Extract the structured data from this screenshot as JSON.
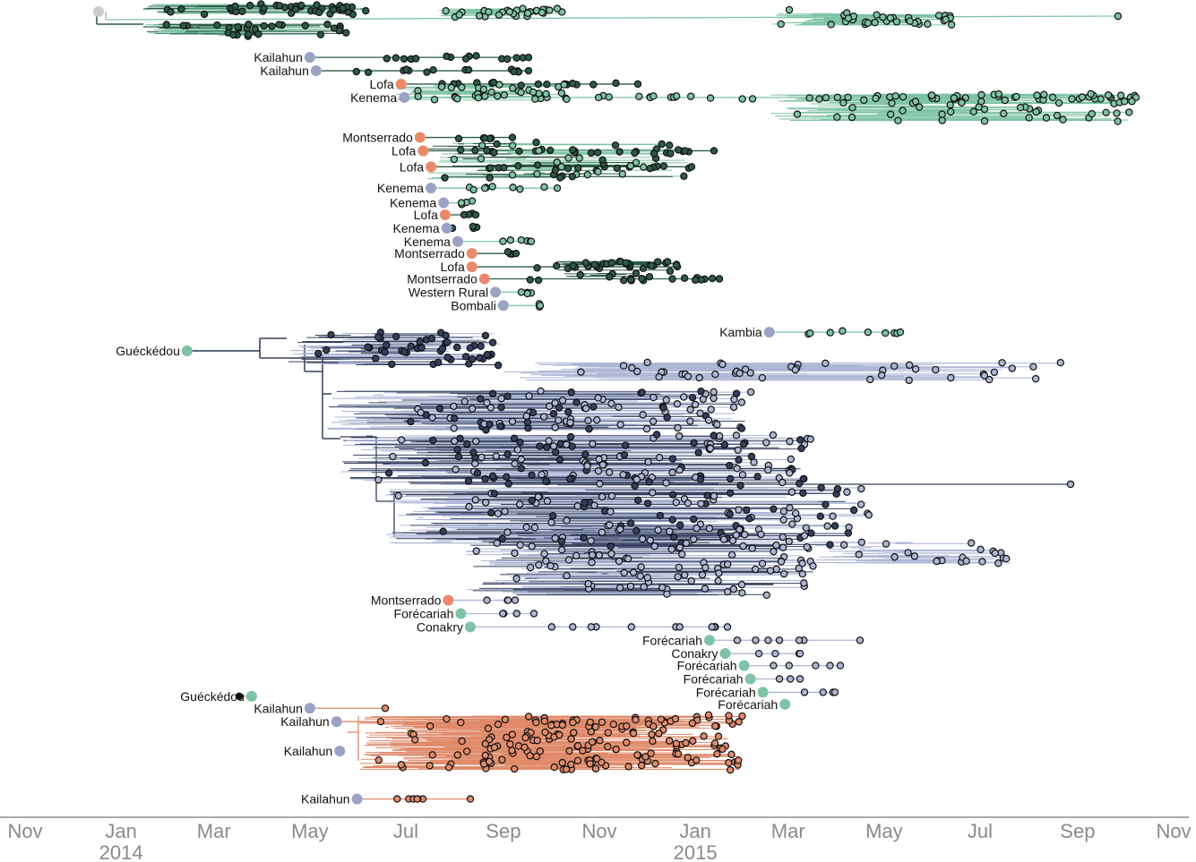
{
  "chart_data": {
    "type": "scatter",
    "title": "",
    "x_axis": {
      "type": "time",
      "range": [
        "2013-11-01",
        "2015-11-01"
      ],
      "ticks": [
        {
          "date": "2013-11-01",
          "label": "Nov",
          "year": ""
        },
        {
          "date": "2014-01-01",
          "label": "Jan",
          "year": "2014"
        },
        {
          "date": "2014-03-01",
          "label": "Mar",
          "year": ""
        },
        {
          "date": "2014-05-01",
          "label": "May",
          "year": ""
        },
        {
          "date": "2014-07-01",
          "label": "Jul",
          "year": ""
        },
        {
          "date": "2014-09-01",
          "label": "Sep",
          "year": ""
        },
        {
          "date": "2014-11-01",
          "label": "Nov",
          "year": ""
        },
        {
          "date": "2015-01-01",
          "label": "Jan",
          "year": "2015"
        },
        {
          "date": "2015-03-01",
          "label": "Mar",
          "year": ""
        },
        {
          "date": "2015-05-01",
          "label": "May",
          "year": ""
        },
        {
          "date": "2015-07-01",
          "label": "Jul",
          "year": ""
        },
        {
          "date": "2015-09-01",
          "label": "Sep",
          "year": ""
        },
        {
          "date": "2015-11-01",
          "label": "Nov",
          "year": ""
        }
      ]
    },
    "grid": false,
    "colors": {
      "liberia": "#e98a6b",
      "sierra_leone": "#9aa2c5",
      "guinea": "#7ec3a5",
      "green_dark": "#2d5b47",
      "green_light": "#7ec3a5",
      "blue_dark": "#36405e",
      "blue_light": "#aeb6d6",
      "orange": "#e08a6a",
      "root": "#cccccc"
    },
    "intro_labels": [
      {
        "text": "Kailahun",
        "date": "2014-05-01",
        "row": 3.5,
        "color": "sierra_leone"
      },
      {
        "text": "Kailahun",
        "date": "2014-05-05",
        "row": 4.5,
        "color": "sierra_leone"
      },
      {
        "text": "Lofa",
        "date": "2014-06-28",
        "row": 5.5,
        "color": "liberia"
      },
      {
        "text": "Kenema",
        "date": "2014-06-30",
        "row": 6.5,
        "color": "sierra_leone"
      },
      {
        "text": "Montserrado",
        "date": "2014-07-10",
        "row": 9.5,
        "color": "liberia"
      },
      {
        "text": "Lofa",
        "date": "2014-07-12",
        "row": 10.5,
        "color": "liberia"
      },
      {
        "text": "Lofa",
        "date": "2014-07-17",
        "row": 11.7,
        "color": "liberia"
      },
      {
        "text": "Kenema",
        "date": "2014-07-17",
        "row": 13.3,
        "color": "sierra_leone"
      },
      {
        "text": "Kenema",
        "date": "2014-07-25",
        "row": 14.4,
        "color": "sierra_leone"
      },
      {
        "text": "Lofa",
        "date": "2014-07-26",
        "row": 15.3,
        "color": "liberia"
      },
      {
        "text": "Kenema",
        "date": "2014-07-27",
        "row": 16.3,
        "color": "sierra_leone"
      },
      {
        "text": "Kenema",
        "date": "2014-08-03",
        "row": 17.3,
        "color": "sierra_leone"
      },
      {
        "text": "Montserrado",
        "date": "2014-08-12",
        "row": 18.2,
        "color": "liberia"
      },
      {
        "text": "Lofa",
        "date": "2014-08-12",
        "row": 19.2,
        "color": "liberia"
      },
      {
        "text": "Montserrado",
        "date": "2014-08-20",
        "row": 20.1,
        "color": "liberia"
      },
      {
        "text": "Western Rural",
        "date": "2014-08-27",
        "row": 21.1,
        "color": "sierra_leone"
      },
      {
        "text": "Bombali",
        "date": "2014-09-01",
        "row": 22.1,
        "color": "sierra_leone"
      },
      {
        "text": "Kambia",
        "date": "2015-02-17",
        "row": 24.1,
        "color": "sierra_leone"
      },
      {
        "text": "Guéckédou",
        "date": "2014-02-12",
        "row": 25.5,
        "color": "guinea"
      },
      {
        "text": "Montserrado",
        "date": "2014-07-28",
        "row": 44.2,
        "color": "liberia"
      },
      {
        "text": "Forécariah",
        "date": "2014-08-05",
        "row": 45.2,
        "color": "guinea"
      },
      {
        "text": "Conakry",
        "date": "2014-08-11",
        "row": 46.2,
        "color": "guinea"
      },
      {
        "text": "Forécariah",
        "date": "2015-01-10",
        "row": 47.2,
        "color": "guinea"
      },
      {
        "text": "Conakry",
        "date": "2015-01-20",
        "row": 48.2,
        "color": "guinea"
      },
      {
        "text": "Forécariah",
        "date": "2015-02-01",
        "row": 49.1,
        "color": "guinea"
      },
      {
        "text": "Forécariah",
        "date": "2015-02-05",
        "row": 50.1,
        "color": "guinea"
      },
      {
        "text": "Forécariah",
        "date": "2015-02-13",
        "row": 51.1,
        "color": "guinea"
      },
      {
        "text": "Forécariah",
        "date": "2015-02-27",
        "row": 52.0,
        "color": "guinea"
      },
      {
        "text": "Guéckédou",
        "date": "2014-03-25",
        "row": 51.4,
        "color": "guinea"
      },
      {
        "text": "Kailahun",
        "date": "2014-05-01",
        "row": 52.3,
        "color": "sierra_leone"
      },
      {
        "text": "Kailahun",
        "date": "2014-05-18",
        "row": 53.3,
        "color": "sierra_leone"
      },
      {
        "text": "Kailahun",
        "date": "2014-05-20",
        "row": 55.5,
        "color": "sierra_leone"
      },
      {
        "text": "Kailahun",
        "date": "2014-05-31",
        "row": 59.1,
        "color": "sierra_leone"
      }
    ]
  }
}
